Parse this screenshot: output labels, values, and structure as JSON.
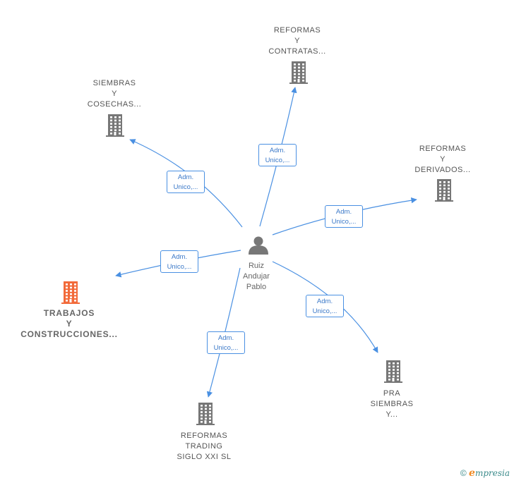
{
  "center": {
    "lines": [
      "Ruiz",
      "Andujar",
      "Pablo"
    ]
  },
  "companies": [
    {
      "id": "reformas-contratas",
      "lines": [
        "REFORMAS",
        "Y",
        "CONTRATAS..."
      ],
      "highlight": false
    },
    {
      "id": "siembras-cosechas",
      "lines": [
        "SIEMBRAS",
        "Y",
        "COSECHAS..."
      ],
      "highlight": false
    },
    {
      "id": "reformas-derivados",
      "lines": [
        "REFORMAS",
        "Y",
        "DERIVADOS..."
      ],
      "highlight": false
    },
    {
      "id": "trabajos-construcciones",
      "lines": [
        "TRABAJOS",
        "Y",
        "CONSTRUCCIONES..."
      ],
      "highlight": true
    },
    {
      "id": "pra-siembras",
      "lines": [
        "PRA",
        "SIEMBRAS",
        "Y..."
      ],
      "highlight": false
    },
    {
      "id": "reformas-trading",
      "lines": [
        "REFORMAS",
        "TRADING",
        "SIGLO XXI  SL"
      ],
      "highlight": false
    }
  ],
  "edges": [
    {
      "to": "reformas-contratas",
      "lines": [
        "Adm.",
        "Unico,..."
      ]
    },
    {
      "to": "siembras-cosechas",
      "lines": [
        "Adm.",
        "Unico,..."
      ]
    },
    {
      "to": "reformas-derivados",
      "lines": [
        "Adm.",
        "Unico,..."
      ]
    },
    {
      "to": "trabajos-construcciones",
      "lines": [
        "Adm.",
        "Unico,..."
      ]
    },
    {
      "to": "pra-siembras",
      "lines": [
        "Adm.",
        "Unico,..."
      ]
    },
    {
      "to": "reformas-trading",
      "lines": [
        "Adm.",
        "Unico,..."
      ]
    }
  ],
  "footer": {
    "copyright": "©",
    "brand_initial": "e",
    "brand_rest": "mpresia"
  },
  "colors": {
    "edge": "#4a90e2",
    "building": "#777777",
    "building_highlight": "#f26a3a",
    "person": "#777777"
  }
}
